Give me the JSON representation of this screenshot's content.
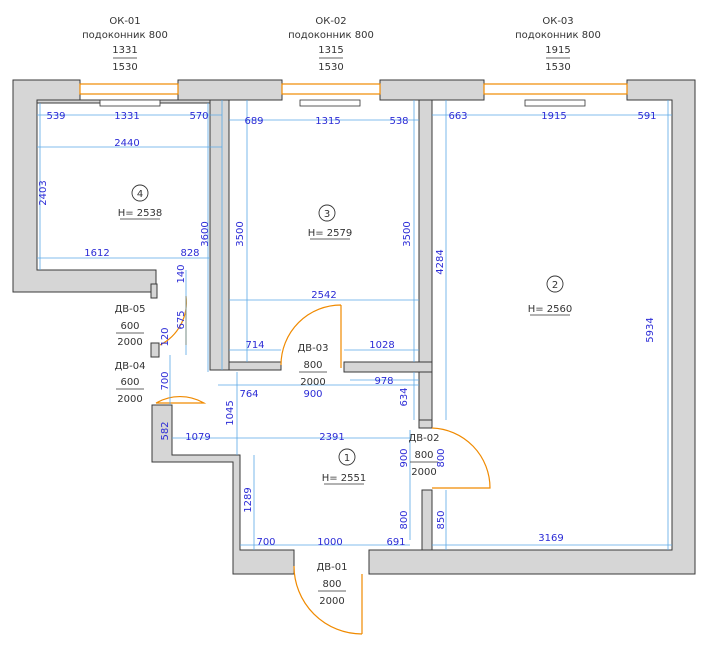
{
  "windows": [
    {
      "name": "ОК-01",
      "sill": "подоконник 800",
      "width": "1331",
      "height": "1530"
    },
    {
      "name": "ОК-02",
      "sill": "подоконник 800",
      "width": "1315",
      "height": "1530"
    },
    {
      "name": "ОК-03",
      "sill": "подоконник 800",
      "width": "1915",
      "height": "1530"
    }
  ],
  "rooms": [
    {
      "number": "1",
      "height": "Н= 2551"
    },
    {
      "number": "2",
      "height": "Н= 2560"
    },
    {
      "number": "3",
      "height": "Н= 2579"
    },
    {
      "number": "4",
      "height": "Н= 2538"
    }
  ],
  "doors": [
    {
      "name": "ДВ-01",
      "width": "800",
      "height": "2000"
    },
    {
      "name": "ДВ-02",
      "width": "800",
      "height": "2000"
    },
    {
      "name": "ДВ-03",
      "width": "800",
      "height": "2000"
    },
    {
      "name": "ДВ-04",
      "width": "600",
      "height": "2000"
    },
    {
      "name": "ДВ-05",
      "width": "600",
      "height": "2000"
    }
  ],
  "dimensions": {
    "d539": "539",
    "d1331": "1331",
    "d570": "570",
    "d689": "689",
    "d1315": "1315",
    "d538": "538",
    "d663": "663",
    "d1915": "1915",
    "d591": "591",
    "d2440": "2440",
    "d2403": "2403",
    "d1612": "1612",
    "d828": "828",
    "d3600": "3600",
    "d3500a": "3500",
    "d3500b": "3500",
    "d4284": "4284",
    "d2542": "2542",
    "d714": "714",
    "d1028": "1028",
    "d5934": "5934",
    "d140": "140",
    "d675": "675",
    "d120": "120",
    "d700a": "700",
    "d764": "764",
    "d900a": "900",
    "d978": "978",
    "d634": "634",
    "d1045": "1045",
    "d582": "582",
    "d1079": "1079",
    "d2391": "2391",
    "d900b": "900",
    "d800a": "800",
    "d1289": "1289",
    "d800b": "800",
    "d850": "850",
    "d3169": "3169",
    "d700b": "700",
    "d1000": "1000",
    "d691": "691"
  }
}
